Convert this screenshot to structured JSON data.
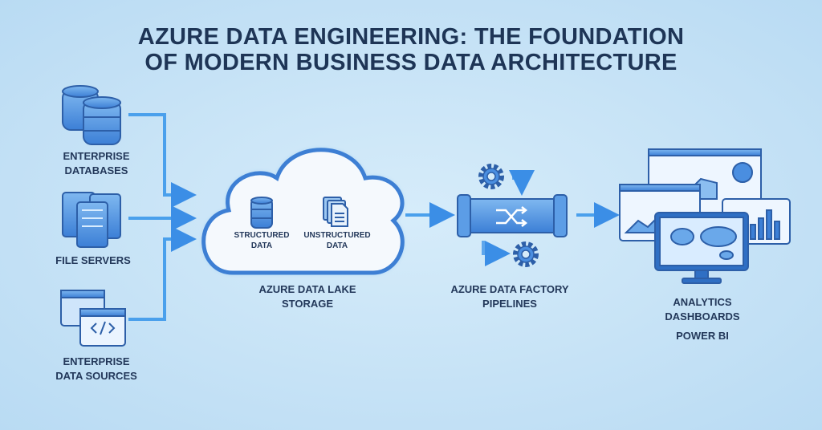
{
  "title": {
    "line1": "AZURE DATA ENGINEERING: THE FOUNDATION",
    "line2": "OF MODERN BUSINESS DATA ARCHITECTURE"
  },
  "sources": [
    {
      "label_l1": "ENTERPRISE",
      "label_l2": "DATABASES",
      "icon": "database-icon"
    },
    {
      "label_l1": "FILE SERVERS",
      "icon": "server-icon"
    },
    {
      "label_l1": "ENTERPRISE",
      "label_l2": "DATA SOURCES",
      "icon": "code-window-icon"
    }
  ],
  "storage": {
    "label_l1": "AZURE DATA LAKE",
    "label_l2": "STORAGE",
    "structured_l1": "STRUCTURED",
    "structured_l2": "DATA",
    "unstructured_l1": "UNSTRUCTURED",
    "unstructured_l2": "DATA"
  },
  "factory": {
    "label_l1": "AZURE DATA FACTORY",
    "label_l2": "PIPELINES"
  },
  "analytics": {
    "label_l1": "ANALYTICS",
    "label_l2": "DASHBOARDS",
    "label_l3": "POWER BI"
  },
  "colors": {
    "accent": "#3b8ee6",
    "text": "#1e3556",
    "background": "#c4e1f6"
  }
}
